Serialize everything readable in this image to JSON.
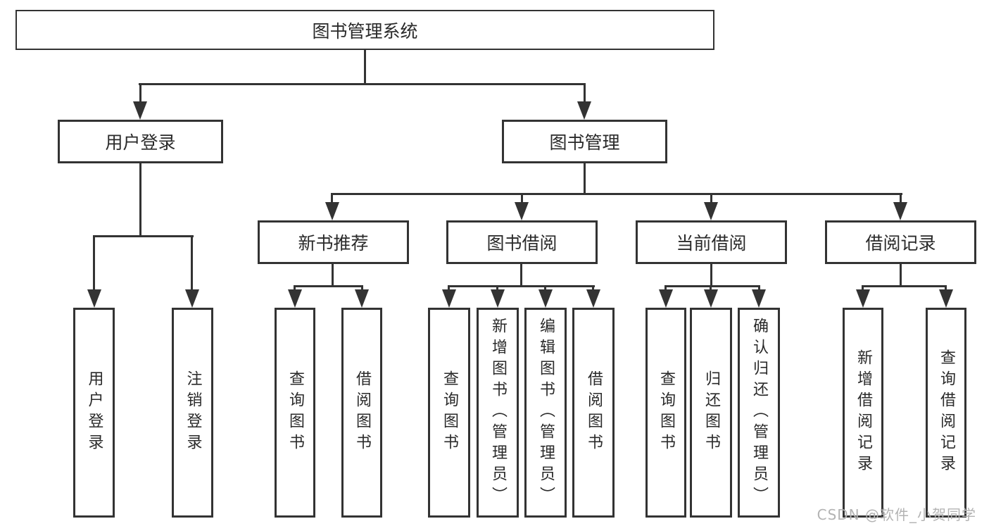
{
  "tree": {
    "root": {
      "label": "图书管理系统"
    },
    "branches": [
      {
        "label": "用户登录",
        "children": [
          {
            "label": "用户登录"
          },
          {
            "label": "注销登录"
          }
        ]
      },
      {
        "label": "图书管理",
        "children": [
          {
            "label": "新书推荐",
            "children": [
              {
                "label": "查询图书"
              },
              {
                "label": "借阅图书"
              }
            ]
          },
          {
            "label": "图书借阅",
            "children": [
              {
                "label": "查询图书"
              },
              {
                "label": "新增图书（管理员）"
              },
              {
                "label": "编辑图书（管理员）"
              },
              {
                "label": "借阅图书"
              }
            ]
          },
          {
            "label": "当前借阅",
            "children": [
              {
                "label": "查询图书"
              },
              {
                "label": "归还图书"
              },
              {
                "label": "确认归还（管理员）"
              }
            ]
          },
          {
            "label": "借阅记录",
            "children": [
              {
                "label": "新增借阅记录"
              },
              {
                "label": "查询借阅记录"
              }
            ]
          }
        ]
      }
    ]
  },
  "watermark": {
    "text": "CSDN @软件_小贺同学"
  },
  "colors": {
    "line": "#333333",
    "text": "#2a2a2a",
    "watermark": "#b3b3b3",
    "background": "#ffffff"
  }
}
